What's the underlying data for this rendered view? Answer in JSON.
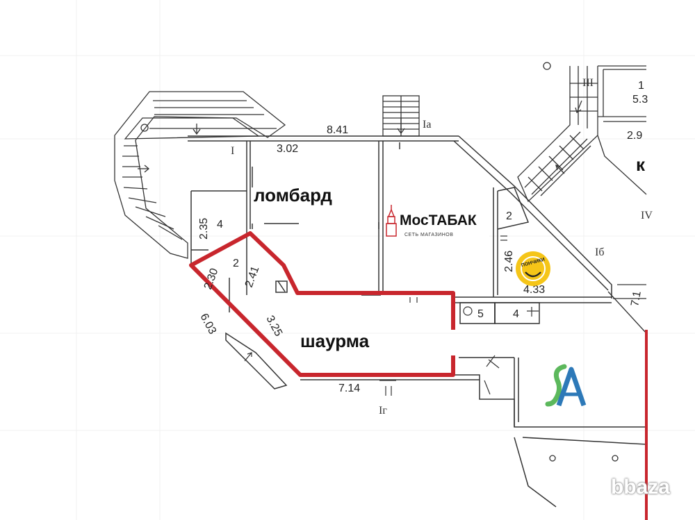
{
  "labels": {
    "lombard": "ломбард",
    "shaurma": "шаурма",
    "k_letter": "к"
  },
  "brand": {
    "mostabak_name": "МосТАБАК",
    "mostabak_sub": "СЕТЬ МАГАЗИНОВ",
    "ponchiki": "ПОНЧИКИ",
    "sa_logo": "SA"
  },
  "dimensions": {
    "d841": "8.41",
    "d302": "3.02",
    "d235": "2.35",
    "n4a": "4",
    "d230": "2.30",
    "n2a": "2",
    "d241": "2.41",
    "d603": "6.03",
    "d325": "3.25",
    "d714": "7.14",
    "n2b": "2",
    "d246": "2.46",
    "d433": "4.33",
    "n5": "5",
    "n4b": "4",
    "n1": "1",
    "d53": "5.3",
    "d29": "2.9",
    "d71": "7.1"
  },
  "rooms": {
    "i": "I",
    "ia": "Ia",
    "ib": "Iб",
    "ig": "Iг",
    "iii": "III",
    "iv": "IV"
  },
  "watermark": "bbaza",
  "colors": {
    "highlight": "#c8262d",
    "wall": "#333333",
    "logo_yellow": "#f5c518",
    "logo_blue": "#2d79b8",
    "logo_green": "#5cb85c"
  }
}
